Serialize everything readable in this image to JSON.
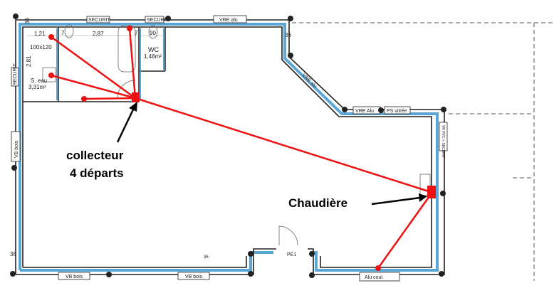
{
  "annotations": {
    "collector_line1": "collecteur",
    "collector_line2": "4 départs",
    "boiler": "Chaudière"
  },
  "rooms": {
    "shower_size": "100x120",
    "bathroom_name": "S. eau",
    "bathroom_area": "3,31m²",
    "wc_name": "WC",
    "wc_area": "1,48m²"
  },
  "dimensions": {
    "d1": "1,21",
    "d2": "2,87",
    "d3": "2,81",
    "d4": "7",
    "d5": "90",
    "wall": "36"
  },
  "openings": {
    "securit": "SECURIT",
    "vre_alu_top": "VRE alu",
    "vre_alu_diag": "VRE alu",
    "vre_alu_right": "VRE Alu",
    "ps_vitree": "PS vitrée",
    "vr_pvc_securit": "VR PVC + SECURIT",
    "vb_bois": "VB bois",
    "alu_coul": "Alu coul.",
    "pe1": "PE1"
  },
  "colors": {
    "pipe": "#ee1111",
    "insulation": "#5aa6d6",
    "wall": "#222222"
  }
}
